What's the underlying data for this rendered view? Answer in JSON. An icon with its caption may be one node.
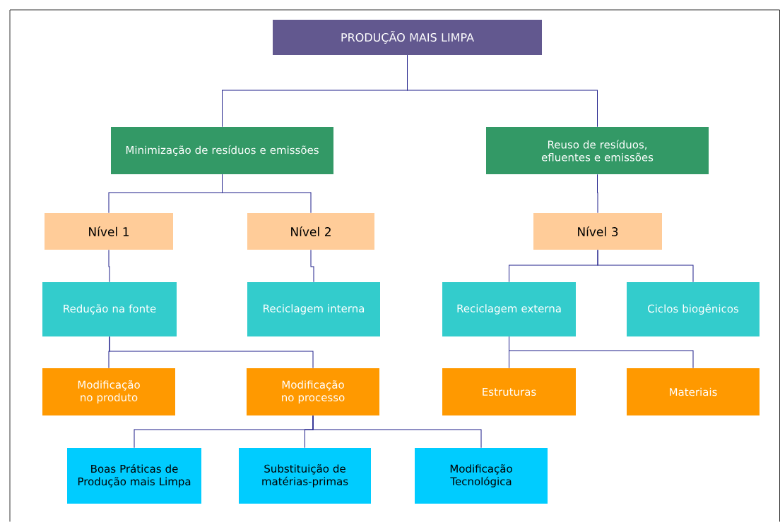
{
  "diagram": {
    "nodes": [
      {
        "text": [
          "PRODUÇÃO MAIS LIMPA"
        ]
      },
      {
        "text": [
          "Minimização de resíduos e emissões"
        ]
      },
      {
        "text": [
          "Reuso de resíduos, efluentes e emissões"
        ]
      },
      {
        "text": [
          "Nível 1"
        ]
      },
      {
        "text": [
          "Nível 2"
        ]
      },
      {
        "text": [
          "Nível 3"
        ]
      },
      {
        "text": [
          "Redução na fonte"
        ]
      },
      {
        "text": [
          "Reciclagem interna"
        ]
      },
      {
        "text": [
          "Reciclagem externa"
        ]
      },
      {
        "text": [
          "Ciclos biogênicos"
        ]
      },
      {
        "text": [
          "Modificação no produto"
        ]
      },
      {
        "text": [
          "Modificação no processo"
        ]
      },
      {
        "text": [
          "Estruturas"
        ]
      },
      {
        "text": [
          "Materiais"
        ]
      },
      {
        "text": [
          "Boas Práticas de Produção mais Limpa"
        ]
      },
      {
        "text": [
          "Substituição de matérias-primas"
        ]
      },
      {
        "text": [
          "Modificação Tecnológica"
        ]
      }
    ],
    "edges": [
      {
        "from": 0,
        "to": 1,
        "arrow": "none"
      },
      {
        "from": 0,
        "to": 2,
        "arrow": "none"
      },
      {
        "from": 1,
        "to": 3,
        "arrow": "none"
      },
      {
        "from": 1,
        "to": 4,
        "arrow": "none"
      },
      {
        "from": 2,
        "to": 5,
        "arrow": "none"
      },
      {
        "from": 3,
        "to": 6,
        "arrow": "none"
      },
      {
        "from": 4,
        "to": 7,
        "arrow": "none"
      },
      {
        "from": 5,
        "to": 8,
        "arrow": "none"
      },
      {
        "from": 5,
        "to": 9,
        "arrow": "none"
      },
      {
        "from": 6,
        "to": 10,
        "arrow": "none"
      },
      {
        "from": 6,
        "to": 11,
        "arrow": "none"
      },
      {
        "from": 8,
        "to": 12,
        "arrow": "none"
      },
      {
        "from": 8,
        "to": 13,
        "arrow": "none"
      },
      {
        "from": 11,
        "to": 14,
        "arrow": "none"
      },
      {
        "from": 11,
        "to": 15,
        "arrow": "none"
      },
      {
        "from": 11,
        "to": 16,
        "arrow": "none"
      }
    ]
  }
}
